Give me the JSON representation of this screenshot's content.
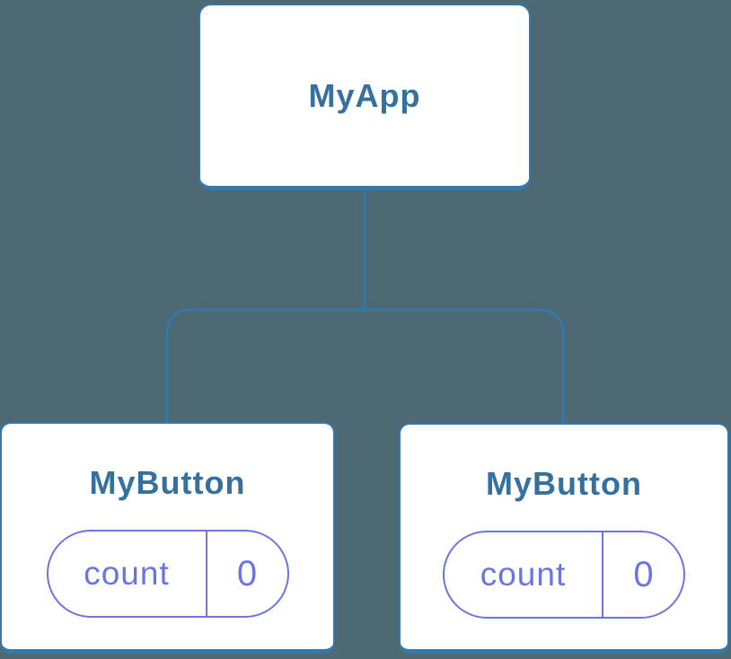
{
  "colors": {
    "background": "#4d6973",
    "node_fill": "#ffffff",
    "node_border": "#3578ab",
    "node_label": "#35719e",
    "connector": "#3578ab",
    "state_pill": "#6c74e1"
  },
  "diagram": {
    "type": "component-tree",
    "root": {
      "label": "MyApp"
    },
    "children": [
      {
        "label": "MyButton",
        "state": {
          "key": "count",
          "value": "0"
        }
      },
      {
        "label": "MyButton",
        "state": {
          "key": "count",
          "value": "0"
        }
      }
    ]
  }
}
